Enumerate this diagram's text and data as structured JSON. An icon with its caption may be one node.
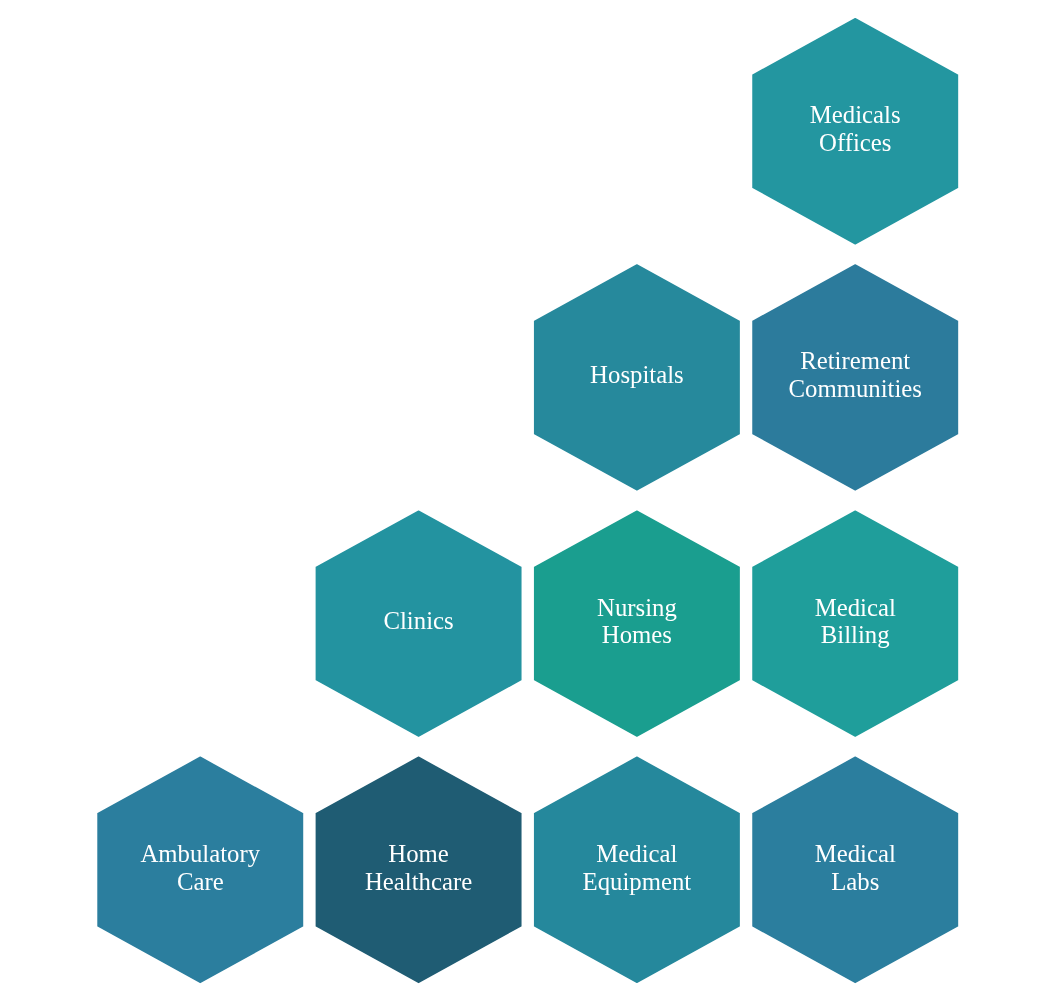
{
  "diagram": {
    "nodes": [
      {
        "text": [
          "Medicals Offices"
        ]
      },
      {
        "text": [
          "Hospitals"
        ]
      },
      {
        "text": [
          "Retirement Communities"
        ]
      },
      {
        "text": [
          "Clinics"
        ]
      },
      {
        "text": [
          "Nursing Homes"
        ]
      },
      {
        "text": [
          "Medical Billing"
        ]
      },
      {
        "text": [
          "Ambulatory Care"
        ]
      },
      {
        "text": [
          "Home Healthcare"
        ]
      },
      {
        "text": [
          "Medical Equipment"
        ]
      },
      {
        "text": [
          "Medical Labs"
        ]
      }
    ]
  }
}
